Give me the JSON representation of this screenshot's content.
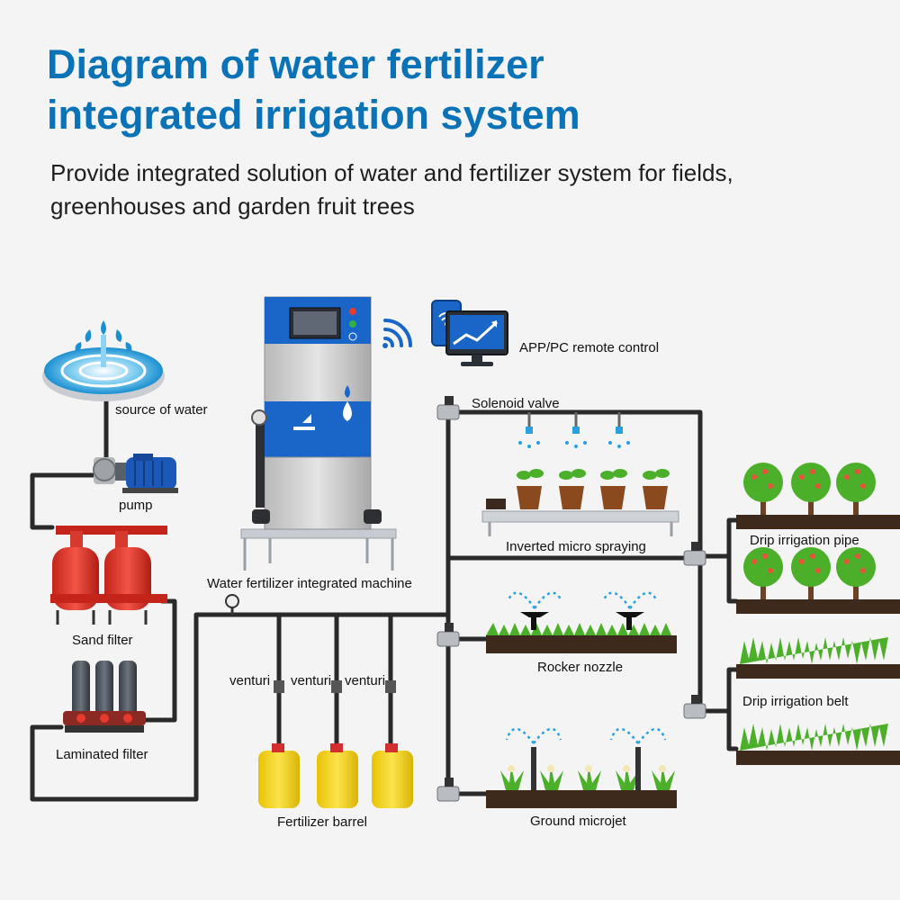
{
  "header": {
    "title_line1": "Diagram of water fertilizer",
    "title_line2": "integrated irrigation system",
    "subtitle_line1": "Provide integrated solution of water and fertilizer system for fields,",
    "subtitle_line2": "greenhouses and garden fruit trees"
  },
  "labels": {
    "source": "source of water",
    "pump": "pump",
    "sand_filter": "Sand filter",
    "laminated_filter": "Laminated filter",
    "machine": "Water fertilizer integrated machine",
    "remote": "APP/PC remote control",
    "solenoid": "Solenoid valve",
    "venturi_1": "venturi",
    "venturi_2": "venturi",
    "venturi_3": "venturi",
    "fertilizer_barrel": "Fertilizer barrel",
    "inverted": "Inverted micro spraying",
    "rocker": "Rocker nozzle",
    "ground": "Ground microjet",
    "drip_pipe": "Drip irrigation pipe",
    "drip_belt": "Drip irrigation belt"
  },
  "colors": {
    "title": "#0a72b6",
    "pipe": "#2a2a2a",
    "machine_blue": "#1a66c8",
    "filter_red": "#e53a2e",
    "barrel_yellow": "#f3d20e",
    "plant_green": "#4caf2a",
    "soil": "#3d2a1c",
    "spray_blue": "#2aa0e0"
  },
  "icons": {
    "wifi": "wifi-icon",
    "monitor": "monitor-icon",
    "phone": "smartphone-icon",
    "gauge": "pressure-gauge-icon",
    "water_drop": "water-drop-icon"
  }
}
